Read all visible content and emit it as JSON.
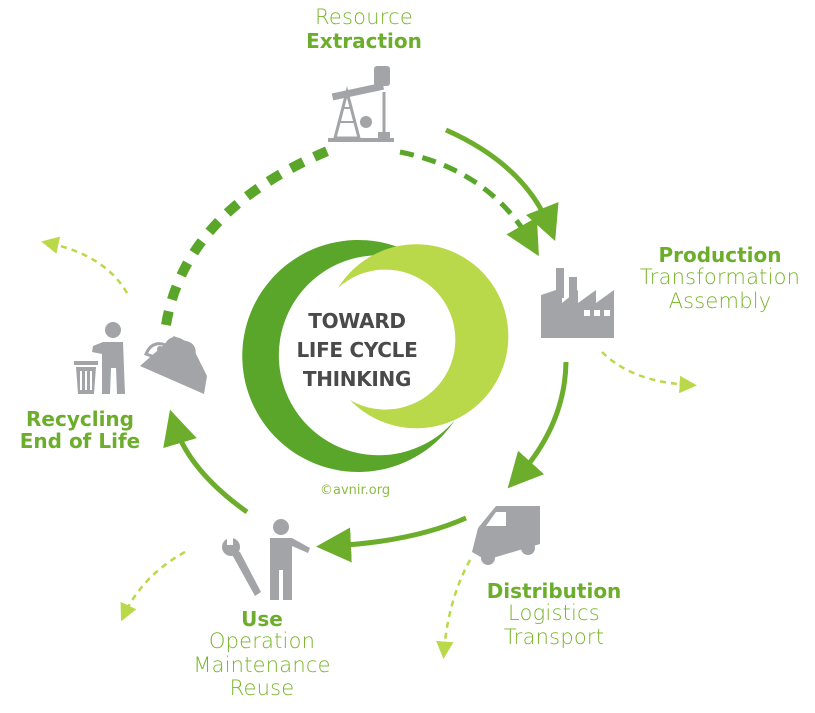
{
  "center": {
    "line1": "TOWARD",
    "line2": "LIFE CYCLE",
    "line3": "THINKING"
  },
  "credit": "©avnir.org",
  "stages": {
    "extraction": {
      "line1": "Resource",
      "line2": "Extraction"
    },
    "production": {
      "title": "Production",
      "line1": "Transformation",
      "line2": "Assembly"
    },
    "distribution": {
      "title": "Distribution",
      "line1": "Logistics",
      "line2": "Transport"
    },
    "use": {
      "title": "Use",
      "line1": "Operation",
      "line2": "Maintenance",
      "line3": "Reuse"
    },
    "recycling": {
      "line1": "Recycling",
      "line2": "End of Life"
    }
  },
  "icons": {
    "extraction": "oil-pump-jack-icon",
    "production": "factory-icon",
    "distribution": "delivery-truck-icon",
    "use_tool": "wrench-icon",
    "use_person": "person-icon",
    "recycling_bin": "trash-bin-icon",
    "recycling_person": "person-throwing-icon",
    "recycling_waste": "waste-pile-icon"
  },
  "colors": {
    "green_dark": "#5aa62a",
    "green_light": "#b9d84a",
    "icon_gray": "#a2a4a7",
    "text_dark": "#4a4a4a"
  }
}
